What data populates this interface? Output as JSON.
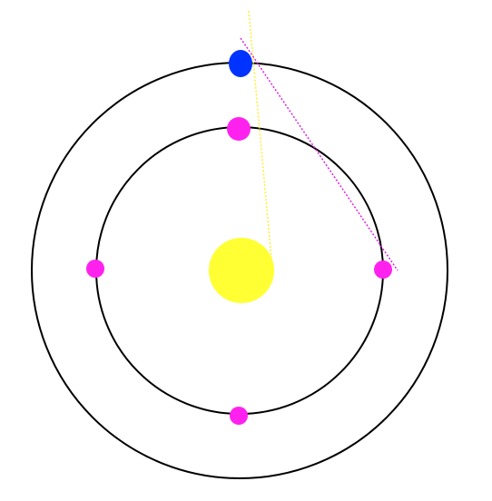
{
  "colors": {
    "background": "#ffffff",
    "orbit_stroke": "#000000",
    "sun": "#ffff33",
    "planet": "#0033ff",
    "moon": "#ff22ee",
    "sun_line": "#ffee33",
    "moon_line": "#dd22dd"
  },
  "bodies": {
    "sun": {
      "name": "sun"
    },
    "planet": {
      "name": "planet"
    },
    "moons": [
      {
        "name": "moon-top"
      },
      {
        "name": "moon-right"
      },
      {
        "name": "moon-bottom"
      },
      {
        "name": "moon-left"
      }
    ]
  }
}
